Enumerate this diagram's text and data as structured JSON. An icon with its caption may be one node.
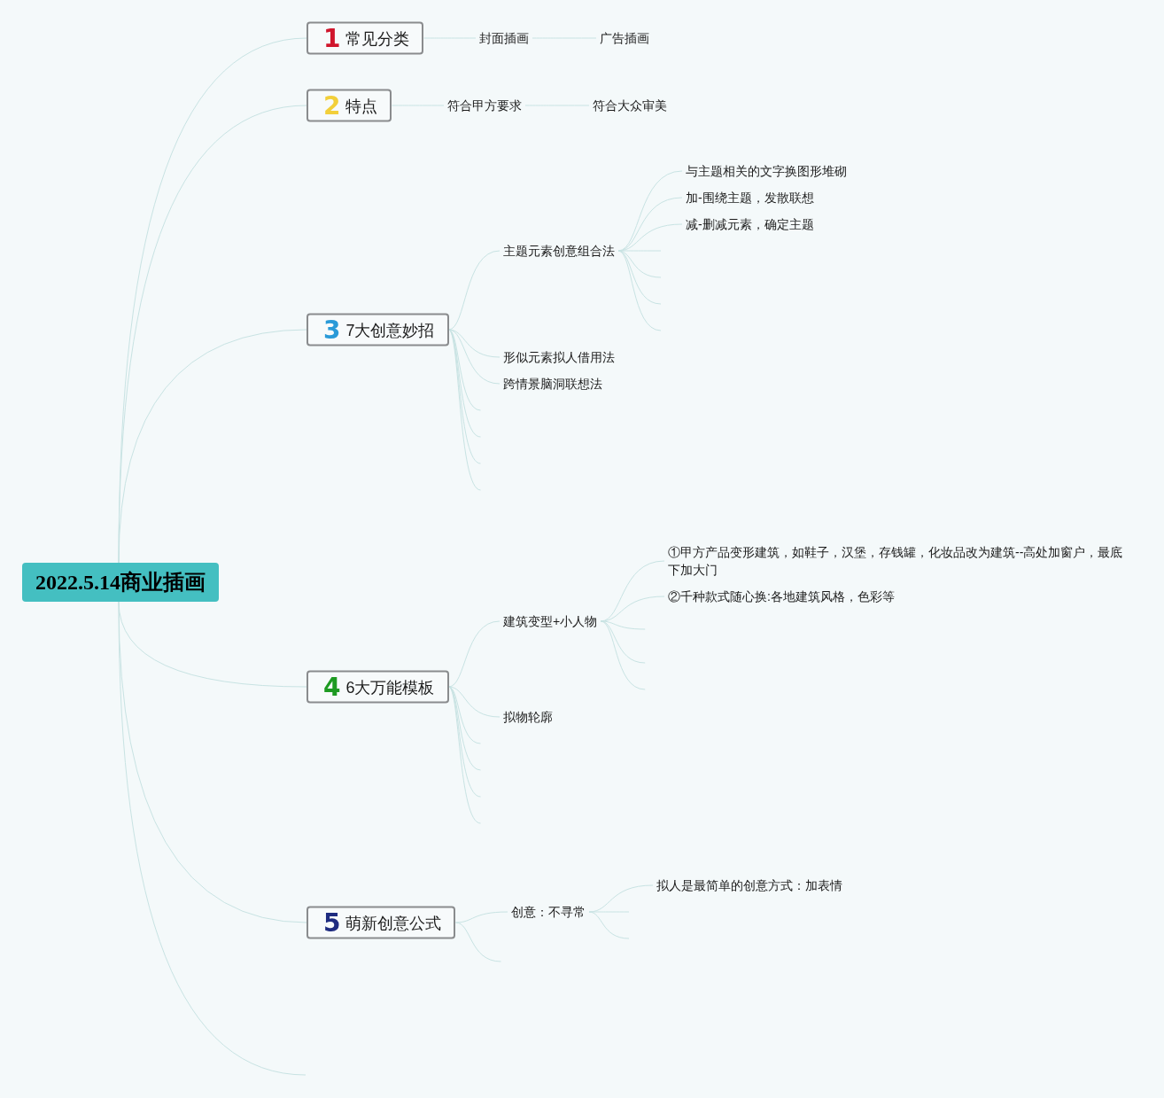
{
  "diagram": {
    "nodes": [
      {
        "text": [
          "2022.5.14商业插画"
        ]
      },
      {
        "text": [
          "1",
          "常见分类"
        ]
      },
      {
        "text": [
          "封面插画"
        ]
      },
      {
        "text": [
          "广告插画"
        ]
      },
      {
        "text": [
          "2",
          "特点"
        ]
      },
      {
        "text": [
          "符合甲方要求"
        ]
      },
      {
        "text": [
          "符合大众审美"
        ]
      },
      {
        "text": [
          "3",
          "7大创意妙招"
        ]
      },
      {
        "text": [
          "主题元素创意组合法"
        ]
      },
      {
        "text": [
          "与主题相关的文字换图形堆砌"
        ]
      },
      {
        "text": [
          "加-围绕主题，发散联想"
        ]
      },
      {
        "text": [
          "减-删减元素，确定主题"
        ]
      },
      {
        "text": [
          "形似元素拟人借用法"
        ]
      },
      {
        "text": [
          "跨情景脑洞联想法"
        ]
      },
      {
        "text": [
          "4",
          "6大万能模板"
        ]
      },
      {
        "text": [
          "建筑变型+小人物"
        ]
      },
      {
        "text": [
          "①甲方产品变形建筑，如鞋子，汉堡，存钱罐，化妆品改为建筑--高处加窗户，最底下加大门"
        ]
      },
      {
        "text": [
          "②千种款式随心换:各地建筑风格，色彩等"
        ]
      },
      {
        "text": [
          "拟物轮廓"
        ]
      },
      {
        "text": [
          "5",
          "萌新创意公式"
        ]
      },
      {
        "text": [
          "创意：不寻常"
        ]
      },
      {
        "text": [
          "拟人是最简单的创意方式：加表情"
        ]
      }
    ],
    "edges": [
      {
        "from": 0,
        "to": 1,
        "arrow": "none"
      },
      {
        "from": 0,
        "to": 4,
        "arrow": "none"
      },
      {
        "from": 0,
        "to": 7,
        "arrow": "none"
      },
      {
        "from": 0,
        "to": 14,
        "arrow": "none"
      },
      {
        "from": 0,
        "to": 19,
        "arrow": "none"
      },
      {
        "from": 0,
        "to": null,
        "arrow": "none"
      },
      {
        "from": 1,
        "to": 2,
        "arrow": "none"
      },
      {
        "from": 2,
        "to": 3,
        "arrow": "none"
      },
      {
        "from": 4,
        "to": 5,
        "arrow": "none"
      },
      {
        "from": 5,
        "to": 6,
        "arrow": "none"
      },
      {
        "from": 7,
        "to": 8,
        "arrow": "none"
      },
      {
        "from": 7,
        "to": 12,
        "arrow": "none"
      },
      {
        "from": 7,
        "to": 13,
        "arrow": "none"
      },
      {
        "from": 7,
        "to": null,
        "arrow": "none"
      },
      {
        "from": 7,
        "to": null,
        "arrow": "none"
      },
      {
        "from": 7,
        "to": null,
        "arrow": "none"
      },
      {
        "from": 7,
        "to": null,
        "arrow": "none"
      },
      {
        "from": 8,
        "to": 9,
        "arrow": "none"
      },
      {
        "from": 8,
        "to": 10,
        "arrow": "none"
      },
      {
        "from": 8,
        "to": 11,
        "arrow": "none"
      },
      {
        "from": 8,
        "to": null,
        "arrow": "none"
      },
      {
        "from": 8,
        "to": null,
        "arrow": "none"
      },
      {
        "from": 8,
        "to": null,
        "arrow": "none"
      },
      {
        "from": 8,
        "to": null,
        "arrow": "none"
      },
      {
        "from": 14,
        "to": 15,
        "arrow": "none"
      },
      {
        "from": 14,
        "to": 18,
        "arrow": "none"
      },
      {
        "from": 14,
        "to": null,
        "arrow": "none"
      },
      {
        "from": 14,
        "to": null,
        "arrow": "none"
      },
      {
        "from": 14,
        "to": null,
        "arrow": "none"
      },
      {
        "from": 14,
        "to": null,
        "arrow": "none"
      },
      {
        "from": 15,
        "to": 16,
        "arrow": "none"
      },
      {
        "from": 15,
        "to": 17,
        "arrow": "none"
      },
      {
        "from": 15,
        "to": null,
        "arrow": "none"
      },
      {
        "from": 15,
        "to": null,
        "arrow": "none"
      },
      {
        "from": 15,
        "to": null,
        "arrow": "none"
      },
      {
        "from": 19,
        "to": 20,
        "arrow": "none"
      },
      {
        "from": 19,
        "to": null,
        "arrow": "none"
      },
      {
        "from": 20,
        "to": 21,
        "arrow": "none"
      },
      {
        "from": 20,
        "to": null,
        "arrow": "none"
      },
      {
        "from": 20,
        "to": null,
        "arrow": "none"
      }
    ]
  }
}
